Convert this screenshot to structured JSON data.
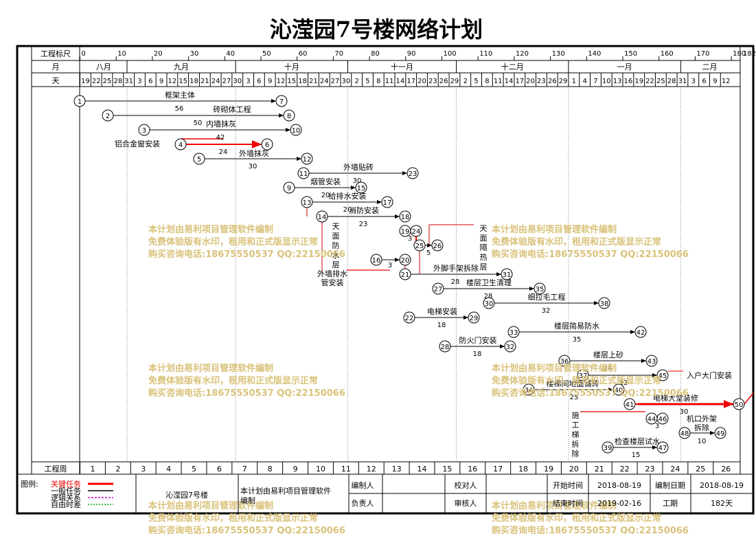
{
  "title": "沁滢园7号楼网络计划",
  "header": {
    "scale_label": "工程标尺",
    "month_label": "月",
    "day_label": "天",
    "scale_ticks": [
      "0",
      "10",
      "20",
      "30",
      "40",
      "50",
      "60",
      "70",
      "80",
      "90",
      "100",
      "110",
      "120",
      "130",
      "140",
      "150",
      "160",
      "170",
      "180",
      "182"
    ],
    "months": [
      "八月",
      "九月",
      "十月",
      "十一月",
      "十二月",
      "一月",
      "二月"
    ],
    "days": [
      "19",
      "22",
      "25",
      "28",
      "31",
      "3",
      "6",
      "9",
      "12",
      "15",
      "18",
      "21",
      "24",
      "27",
      "30",
      "3",
      "6",
      "9",
      "12",
      "15",
      "18",
      "21",
      "24",
      "27",
      "30",
      "2",
      "5",
      "8",
      "11",
      "14",
      "17",
      "20",
      "23",
      "26",
      "29",
      "2",
      "5",
      "8",
      "11",
      "14",
      "17",
      "20",
      "23",
      "26",
      "29",
      "1",
      "4",
      "7",
      "10",
      "13",
      "16",
      "19",
      "22",
      "25",
      "28",
      "31",
      "3",
      "6",
      "9",
      "12"
    ]
  },
  "footer": {
    "week_label": "工程周",
    "weeks": [
      "1",
      "2",
      "3",
      "4",
      "5",
      "6",
      "7",
      "8",
      "9",
      "10",
      "11",
      "12",
      "13",
      "14",
      "15",
      "16",
      "17",
      "18",
      "19",
      "20",
      "21",
      "22",
      "23",
      "24",
      "25",
      "26"
    ]
  },
  "tasks": [
    {
      "name": "框架主体",
      "dur": "56"
    },
    {
      "name": "砖砌体工程",
      "dur": "50"
    },
    {
      "name": "内墙抹灰",
      "dur": "42"
    },
    {
      "name": "铝合金窗安装",
      "dur": "24"
    },
    {
      "name": "外墙抹灰",
      "dur": "30"
    },
    {
      "name": "外墙贴砖",
      "dur": "30"
    },
    {
      "name": "烟管安装",
      "dur": "20"
    },
    {
      "name": "给排水安装",
      "dur": "20"
    },
    {
      "name": "消防安装",
      "dur": "23"
    },
    {
      "name": "天面防水层",
      "dur": "3"
    },
    {
      "name": "天面隔热层",
      "dur": "5"
    },
    {
      "name": "外墙排水管安装",
      "dur": "3"
    },
    {
      "name": "外脚手架拆除",
      "dur": "28"
    },
    {
      "name": "楼层卫生清理",
      "dur": "28"
    },
    {
      "name": "细拉毛工程",
      "dur": "32"
    },
    {
      "name": "电梯安装",
      "dur": "18"
    },
    {
      "name": "楼层简易防水",
      "dur": "35"
    },
    {
      "name": "防火门安装",
      "dur": "18"
    },
    {
      "name": "楼层上砂",
      "dur": "24"
    },
    {
      "name": "入户大门安装",
      "dur": "22"
    },
    {
      "name": "楼梯间地面铺砖",
      "dur": "25"
    },
    {
      "name": "电梯大堂装修",
      "dur": "30"
    },
    {
      "name": "施工梯拆除",
      "dur": "3"
    },
    {
      "name": "机口外架拆除",
      "dur": "10"
    },
    {
      "name": "检查楼层试水",
      "dur": "15"
    }
  ],
  "watermark": {
    "line1": "本计划由易利项目管理软件编制",
    "line2": "免费体验版有水印，租用和正式版显示正常",
    "line3": "购买咨询电话:18675550537 QQ:22150066"
  },
  "legend": {
    "label": "图例:",
    "items": [
      "关键任务",
      "一般任务",
      "逻辑关系",
      "自由时差"
    ],
    "colors": [
      "#ff0000",
      "#000000",
      "#cc00cc",
      "#00aa00"
    ]
  },
  "info": {
    "project_name": "沁滢园7号楼",
    "software_note": "本计划由易利项目管理软件编制",
    "preparer_label": "编制人",
    "reviewer_label": "校对人",
    "responsible_label": "负责人",
    "auditor_label": "审核人",
    "start_label": "开始时间",
    "start_value": "2018-08-19",
    "end_label": "结束时间",
    "end_value": "2019-02-16",
    "prepared_date_label": "编制日期",
    "prepared_date_value": "2018-08-19",
    "duration_label": "工期",
    "duration_value": "182天"
  }
}
